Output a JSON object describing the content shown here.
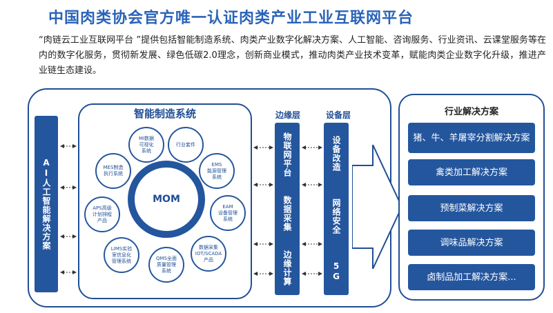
{
  "title": "中国肉类协会官方唯一认证肉类产业工业互联网平台",
  "intro": "“肉链云工业互联网平台 ”提供包括智能制造系统、肉类产业数字化解决方案、人工智能、咨询服务、行业资讯、云课堂服务等在内的数字化服务，贯彻新发展、绿色低碳2.0理念，创新商业模式，推动肉类产业技术变革，赋能肉类企业数字化升级，推进产业链生态建设。",
  "left_bar": "AI人工智能解决方案",
  "center": {
    "title": "智能制造系统",
    "core": "MOM",
    "modules": [
      "MI数据\n可视化\n系统",
      "行业套件",
      "EMS\n能源管理\n系统",
      "EAM\n设备管理\n系统",
      "数据采集\nIOT/SCADA\n产品",
      "QMS全面\n质量管理\n系统",
      "LIMS实验\n室信息化\n管理系统",
      "APS高级\n计划排程\n产品",
      "MES制造\n执行系统"
    ]
  },
  "edge_layer": {
    "label": "边缘层",
    "items": [
      "物联网平台",
      "数据采集",
      "边缘计算"
    ]
  },
  "device_layer": {
    "label": "设备层",
    "items": [
      "设备改造",
      "网络安全",
      "5G"
    ]
  },
  "industry": {
    "title": "行业解决方案",
    "solutions": [
      "猪、牛、羊屠宰分割解决方案",
      "禽类加工解决方案",
      "预制菜解决方案",
      "调味品解决方案",
      "卤制品加工解决方案..."
    ]
  },
  "colors": {
    "primary": "#24569e",
    "title": "#2a63b8",
    "frame": "#1f4e94"
  }
}
